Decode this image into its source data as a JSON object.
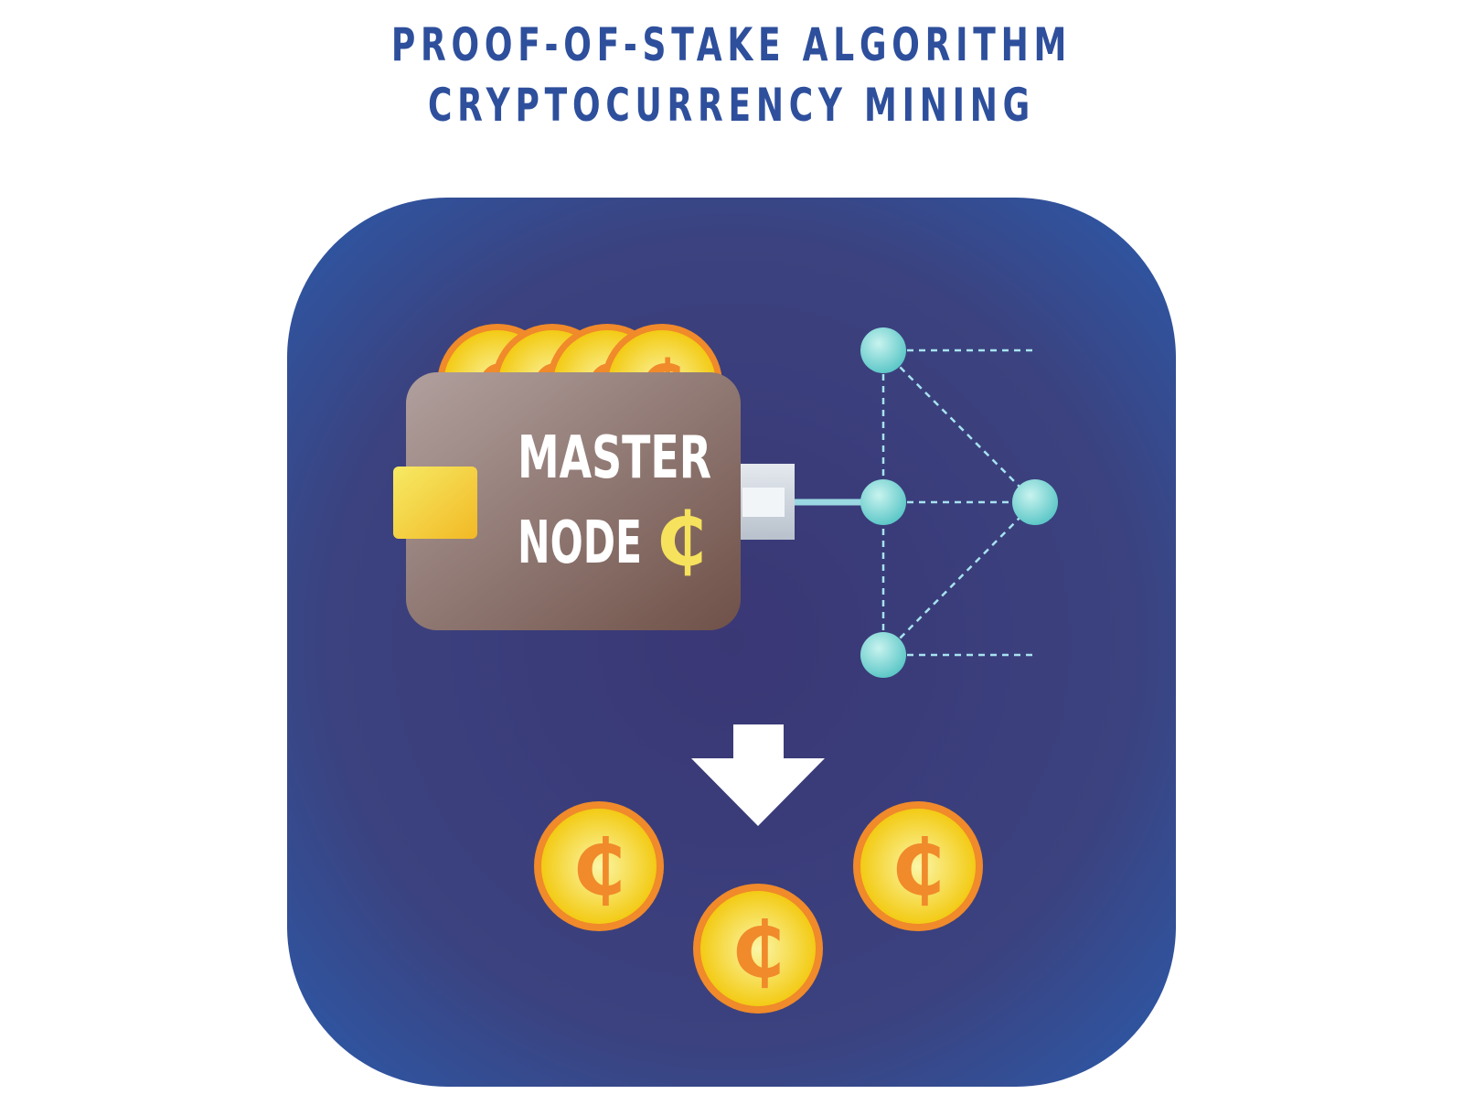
{
  "title": {
    "line1": "PROOF-OF-STAKE ALGORITHM",
    "line2": "CRYPTOCURRENCY MINING"
  },
  "wallet": {
    "label_line1": "MASTER",
    "label_line2": "NODE",
    "currency_symbol": "₵"
  },
  "colors": {
    "title": "#2e4f9c",
    "panel": "#3b3f7e",
    "wallet": "#8f7369",
    "coin": "#f3d234",
    "coin_symbol": "#f08a2a",
    "node": "#7fd6d6",
    "arrow": "#ffffff"
  },
  "icons": [
    "wallet-icon",
    "coin-icon",
    "network-node-icon",
    "down-arrow-icon"
  ]
}
